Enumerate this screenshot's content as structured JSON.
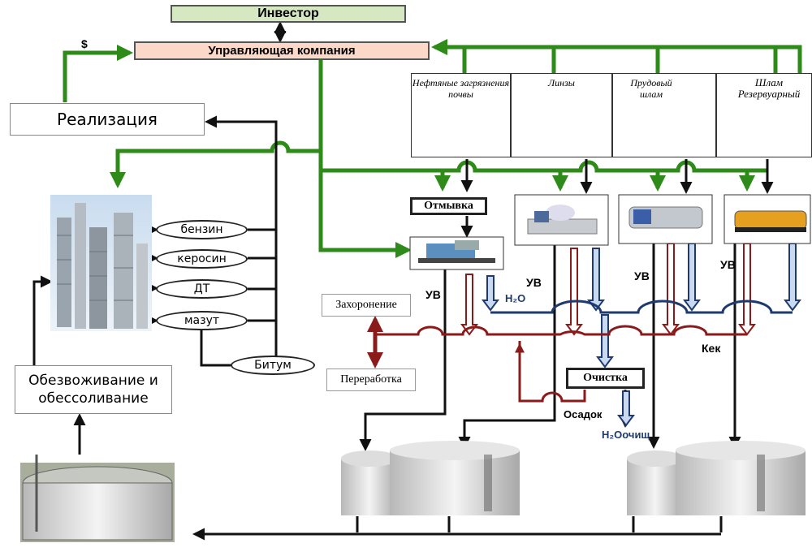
{
  "boxes": {
    "investor": "Инвестор",
    "company": "Управляющая компания",
    "realization": "Реализация",
    "dehydration": "Обезвоживание и обессоливание",
    "burial": "Захоронение",
    "processing": "Переработка",
    "wash": "Отмывка",
    "cleaning": "Очистка"
  },
  "products": [
    "бензин",
    "керосин",
    "ДТ",
    "мазут"
  ],
  "bitumen": "Битум",
  "money_symbol": "$",
  "sources": [
    {
      "title": "Нефтяные загрязнения почвы"
    },
    {
      "title": "Линзы"
    },
    {
      "title": "Прудовый шлам"
    },
    {
      "title": "Шлам Резервуарный"
    }
  ],
  "labels": {
    "uv": "УВ",
    "water": "H₂O",
    "cake": "Кек",
    "sediment": "Осадок",
    "clean_water": "H₂Oочищ"
  },
  "colors": {
    "green": "#2e8b1a",
    "dark_red": "#8b1a1a",
    "navy": "#1f3a6e",
    "light_blue": "#c9daf0",
    "black": "#111111"
  }
}
